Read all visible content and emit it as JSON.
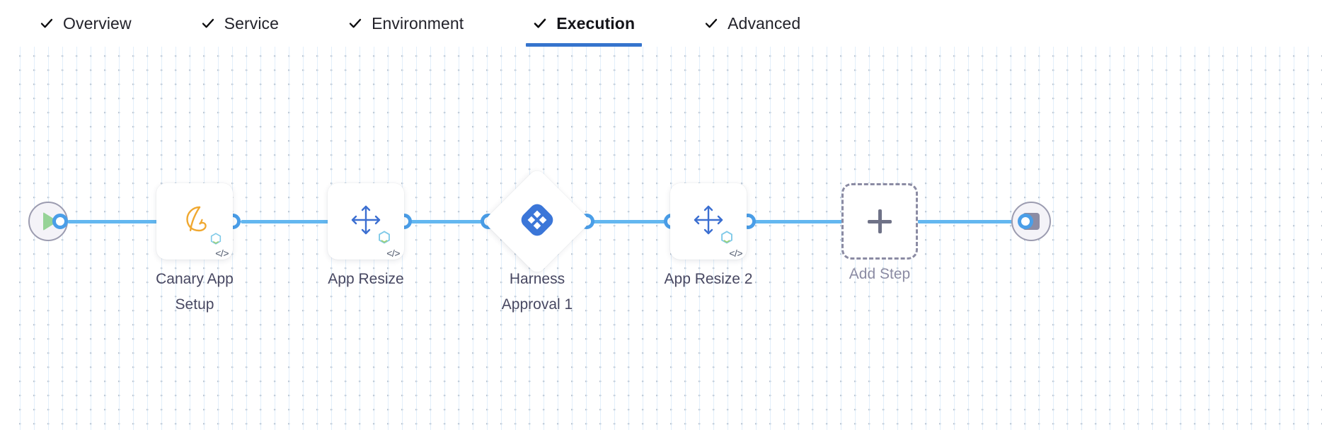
{
  "tabs": [
    {
      "label": "Overview",
      "icon": "check-icon",
      "active": false
    },
    {
      "label": "Service",
      "icon": "check-icon",
      "active": false
    },
    {
      "label": "Environment",
      "icon": "check-icon",
      "active": false
    },
    {
      "label": "Execution",
      "icon": "check-icon",
      "active": true
    },
    {
      "label": "Advanced",
      "icon": "check-icon",
      "active": false
    }
  ],
  "pipeline": {
    "start_node": {
      "name": "start-node",
      "icon": "play-icon"
    },
    "end_node": {
      "name": "end-node",
      "icon": "stop-icon"
    },
    "steps": [
      {
        "label": "Canary App\nSetup",
        "icon": "canary-bird-icon",
        "code_badge": "</>",
        "shape": "rounded-square"
      },
      {
        "label": "App Resize",
        "icon": "resize-arrows-icon",
        "code_badge": "</>",
        "shape": "rounded-square"
      },
      {
        "label": "Harness\nApproval 1",
        "icon": "harness-logo-icon",
        "code_badge": "",
        "shape": "diamond"
      },
      {
        "label": "App Resize 2",
        "icon": "resize-arrows-icon",
        "code_badge": "</>",
        "shape": "rounded-square"
      }
    ],
    "add_step": {
      "label": "Add Step",
      "icon": "plus-icon"
    }
  },
  "colors": {
    "accent_blue": "#3574cd",
    "connector_blue": "#63b7f0",
    "connector_dot": "#4a9ee8",
    "harness_blue": "#3b76d8",
    "canary_orange": "#f0a830",
    "start_green": "#96d397",
    "terminal_gray": "#9c9cb0",
    "label_gray": "#474761",
    "add_gray": "#8b8ba3",
    "grid_dot": "#b2bcc9",
    "grid_line": "#d8eafa"
  }
}
